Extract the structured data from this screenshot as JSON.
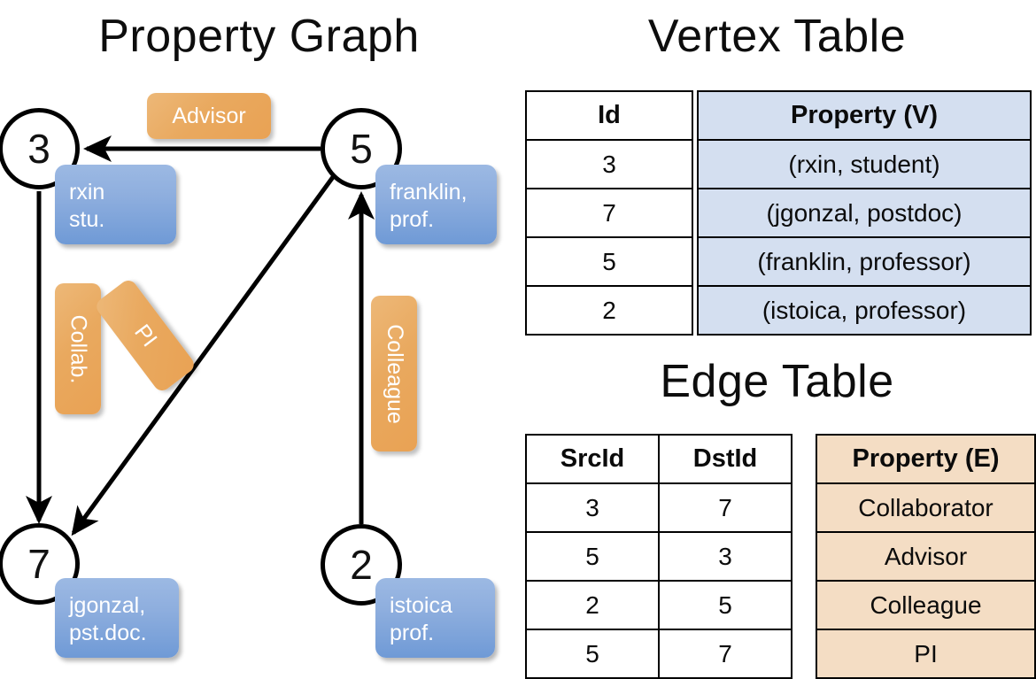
{
  "titles": {
    "property_graph": "Property Graph",
    "vertex_table": "Vertex Table",
    "edge_table": "Edge Table"
  },
  "graph": {
    "nodes": [
      {
        "id": "3",
        "name": "node-3",
        "property_line1": "rxin",
        "property_line2": "stu."
      },
      {
        "id": "5",
        "name": "node-5",
        "property_line1": "franklin,",
        "property_line2": "prof."
      },
      {
        "id": "7",
        "name": "node-7",
        "property_line1": "jgonzal,",
        "property_line2": "pst.doc."
      },
      {
        "id": "2",
        "name": "node-2",
        "property_line1": "istoica",
        "property_line2": "prof."
      }
    ],
    "edge_labels": [
      {
        "text": "Advisor",
        "orientation": "horizontal"
      },
      {
        "text": "Collab.",
        "orientation": "vertical"
      },
      {
        "text": "PI",
        "orientation": "diagonal"
      },
      {
        "text": "Colleague",
        "orientation": "vertical"
      }
    ]
  },
  "vertex_table": {
    "headers": [
      "Id",
      "Property (V)"
    ],
    "rows": [
      {
        "id": "3",
        "property": "(rxin, student)"
      },
      {
        "id": "7",
        "property": "(jgonzal, postdoc)"
      },
      {
        "id": "5",
        "property": "(franklin, professor)"
      },
      {
        "id": "2",
        "property": "(istoica, professor)"
      }
    ]
  },
  "edge_table": {
    "headers": [
      "SrcId",
      "DstId",
      "Property (E)"
    ],
    "rows": [
      {
        "src": "3",
        "dst": "7",
        "property": "Collaborator"
      },
      {
        "src": "5",
        "dst": "3",
        "property": "Advisor"
      },
      {
        "src": "2",
        "dst": "5",
        "property": "Colleague"
      },
      {
        "src": "5",
        "dst": "7",
        "property": "PI"
      }
    ]
  },
  "colors": {
    "vertex_property_fill": "#d4dff0",
    "edge_property_fill": "#f4ddc4",
    "node_box_blue": "#8eaede",
    "edge_label_orange": "#e9a95f",
    "stroke": "#000000"
  }
}
